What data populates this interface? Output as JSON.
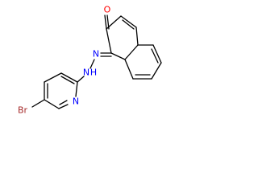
{
  "molecule": {
    "atoms": {
      "oxygen": "O",
      "imine_nitrogen": "N",
      "hydrazine_nitrogen": "N",
      "hydrazine_hydrogen": "H",
      "pyridine_nitrogen": "N",
      "bromine": "Br"
    },
    "colors": {
      "bond": "#000000",
      "oxygen": "#ff0000",
      "nitrogen": "#0000ff",
      "bromine": "#a52a2a"
    }
  }
}
